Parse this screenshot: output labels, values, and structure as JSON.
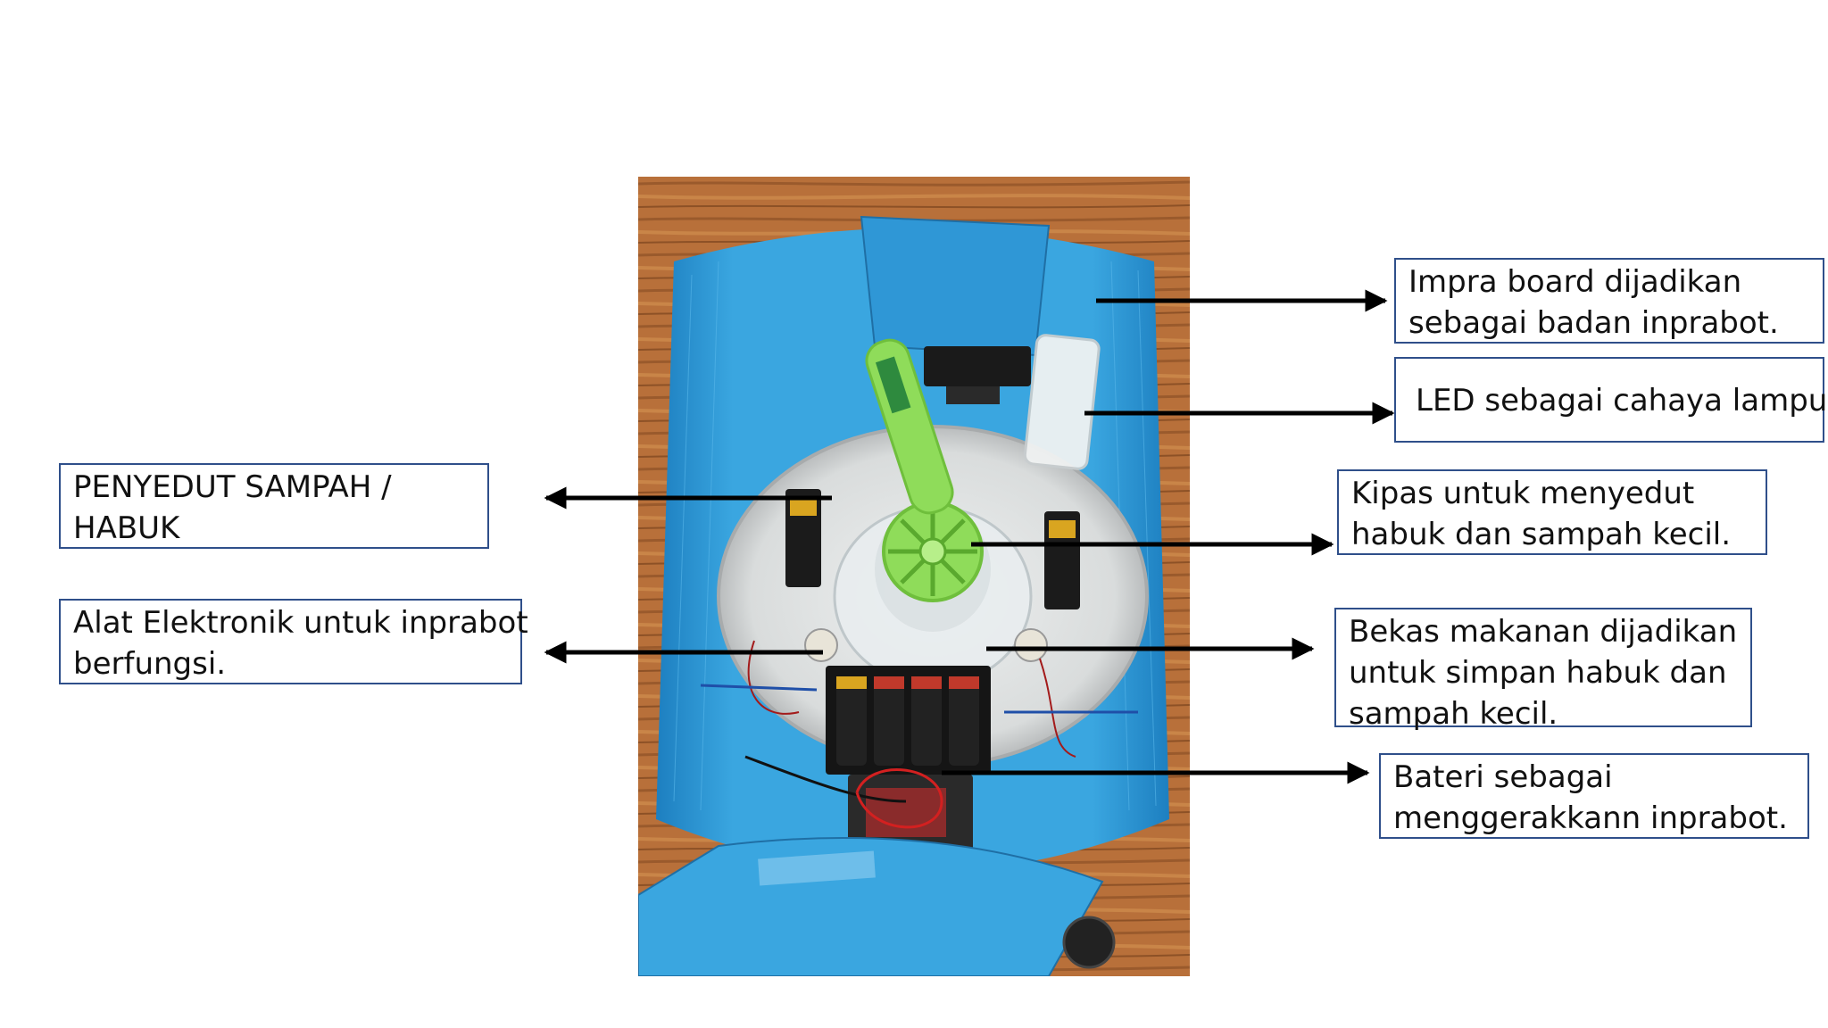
{
  "labels": {
    "impra_board": [
      "Impra board dijadikan",
      "sebagai badan inprabot."
    ],
    "led": [
      "LED sebagai cahaya lampu."
    ],
    "kipas": [
      "Kipas untuk menyedut",
      "habuk dan sampah kecil."
    ],
    "bekas": [
      "Bekas makanan dijadikan",
      "untuk simpan habuk dan",
      "sampah kecil."
    ],
    "bateri": [
      "Bateri sebagai",
      "menggerakkann inprabot."
    ],
    "penyedut": [
      "PENYEDUT SAMPAH /",
      "HABUK"
    ],
    "alat": [
      "Alat Elektronik untuk inprabot",
      "berfungsi."
    ]
  },
  "photo": {
    "subject": "robot-vacuum-prototype",
    "colors": {
      "wood": "#b8703a",
      "impra_board": "#3aa6e0",
      "base_plate": "#d9dcdc",
      "fan": "#8fdc5a",
      "battery": "#1b1b1b"
    }
  },
  "colors": {
    "arrow": "#000000",
    "box_border": "#2f4f8a"
  }
}
